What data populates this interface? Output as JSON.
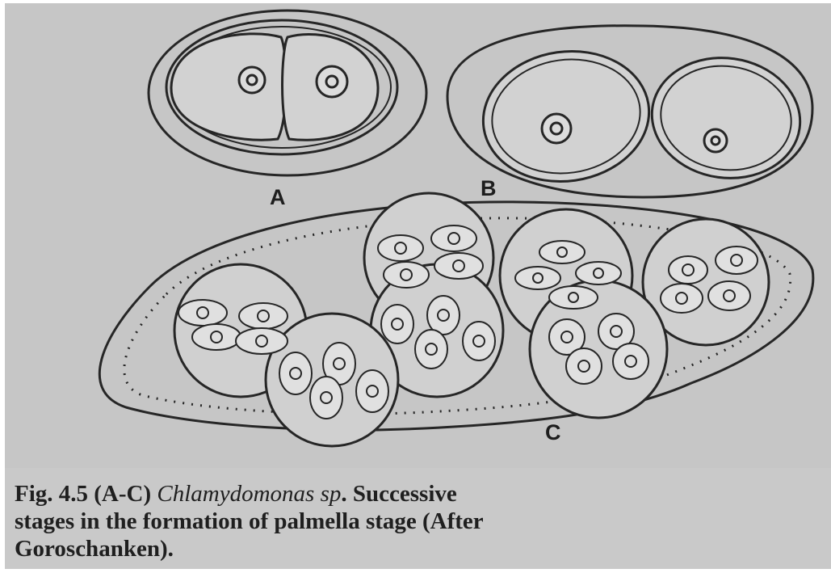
{
  "panel_labels": {
    "a": "A",
    "b": "B",
    "c": "C"
  },
  "caption": {
    "line1_prefix": "Fig. 4.5 (A-C) ",
    "line1_species": "Chlamydomonas sp",
    "line1_suffix": ". Successive",
    "line2": "stages in the formation of palmella stage (After",
    "line3": "Goroschanken)."
  }
}
